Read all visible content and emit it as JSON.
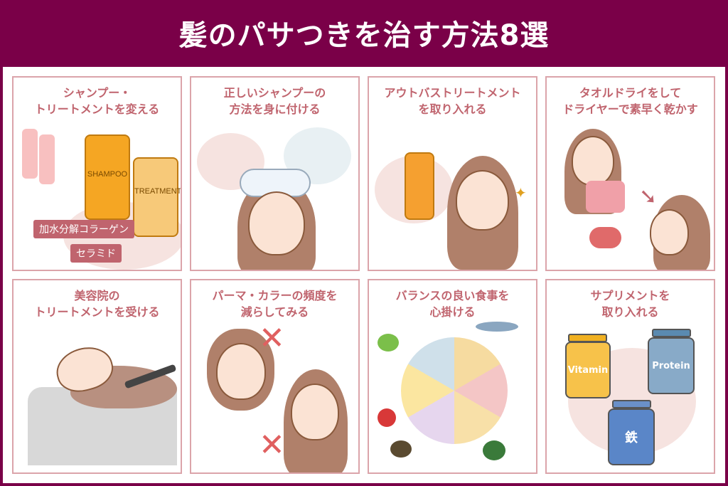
{
  "header": {
    "title": "髪のパサつきを治す方法8選"
  },
  "colors": {
    "brand": "#7a0048",
    "panel_title": "#c0646e",
    "panel_border": "#dba4aa"
  },
  "panels": [
    {
      "title": "シャンプー・\nトリートメントを変える",
      "bottle1": "SHAMPOO",
      "bottle2": "TREATMENT",
      "tag1": "加水分解コラーゲン",
      "tag2": "セラミド"
    },
    {
      "title": "正しいシャンプーの\n方法を身に付ける"
    },
    {
      "title": "アウトバストリートメント\nを取り入れる"
    },
    {
      "title": "タオルドライをして\nドライヤーで素早く乾かす"
    },
    {
      "title": "美容院の\nトリートメントを受ける"
    },
    {
      "title": "パーマ・カラーの頻度を\n減らしてみる"
    },
    {
      "title": "バランスの良い食事を\n心掛ける"
    },
    {
      "title": "サプリメントを\n取り入れる",
      "jar1": "Vitamin",
      "jar2": "Protein",
      "jar3": "鉄"
    }
  ]
}
